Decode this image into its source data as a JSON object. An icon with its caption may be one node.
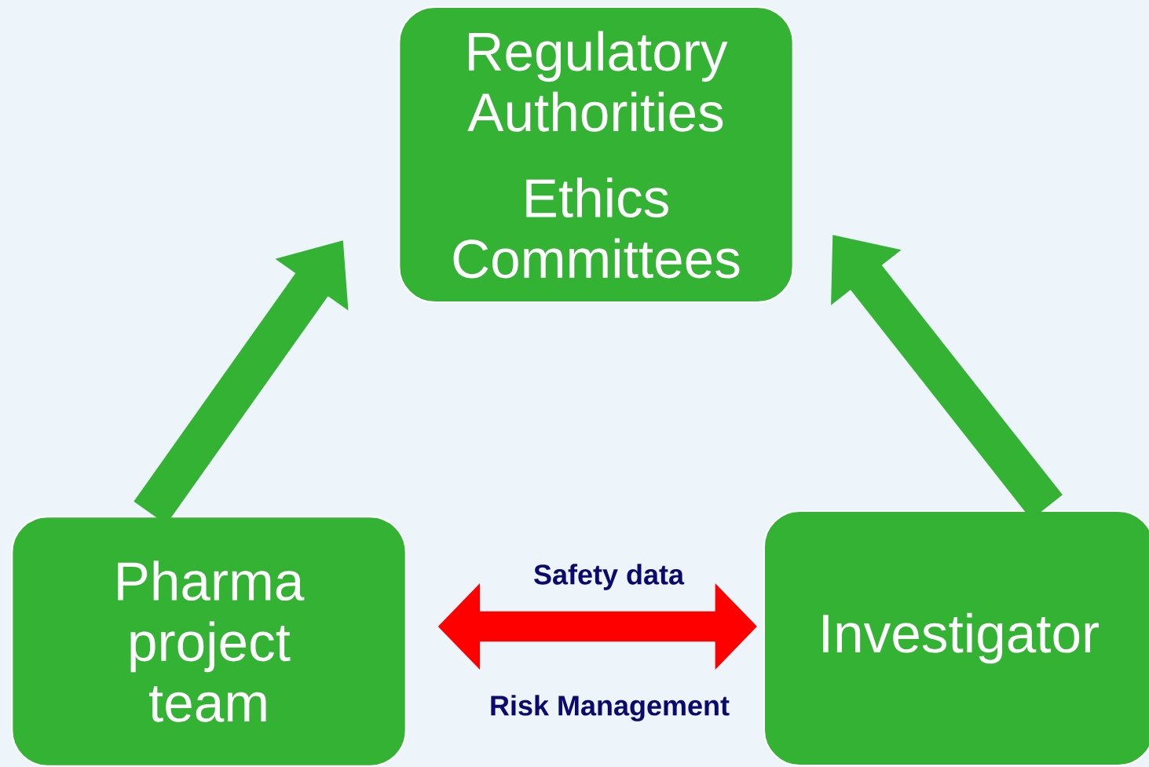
{
  "diagram": {
    "nodes": [
      {
        "text": [
          "Regulatory Authorities",
          "Ethics Committees"
        ]
      },
      {
        "text": [
          "Pharma project team"
        ]
      },
      {
        "text": [
          "Investigator"
        ]
      }
    ],
    "edges": [
      {
        "from": 1,
        "to": 0,
        "arrow": "to"
      },
      {
        "from": 2,
        "to": 0,
        "arrow": "to"
      },
      {
        "from": 1,
        "to": 2,
        "arrow": "both",
        "label": "Safety data",
        "color": "#ff0000"
      }
    ],
    "labels": [
      "Risk Management"
    ]
  }
}
